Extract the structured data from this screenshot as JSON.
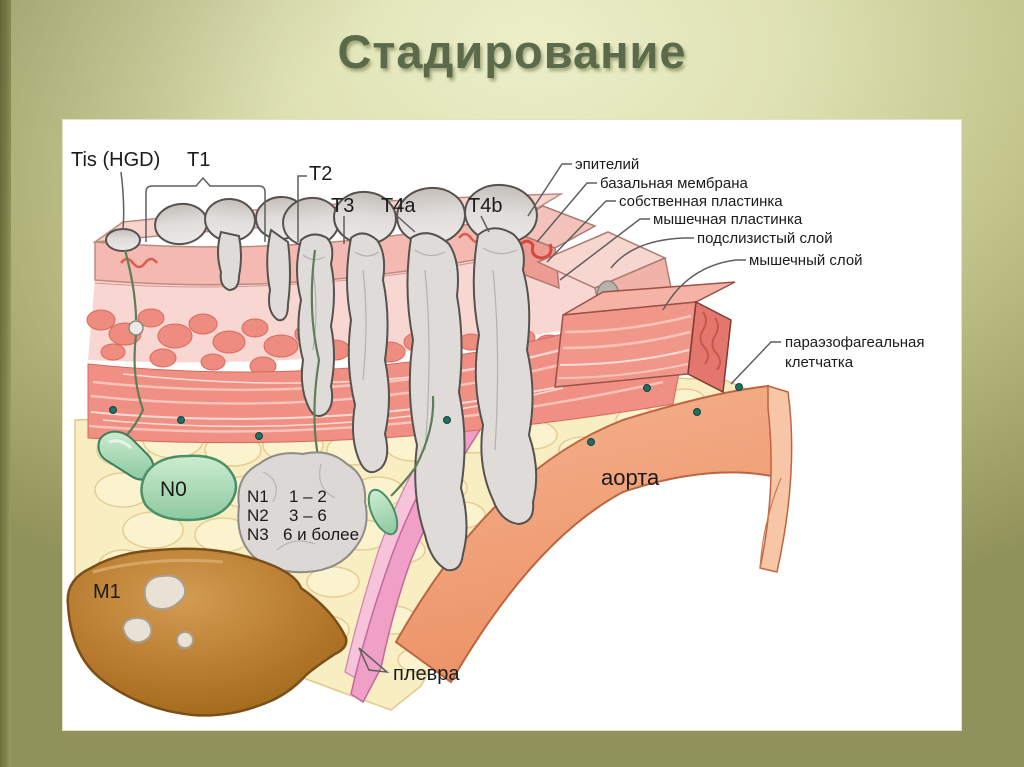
{
  "slide": {
    "title": "Стадирование"
  },
  "colors": {
    "background": "#a8aa70",
    "title_text": "#5b6a4b",
    "panel": "#ffffff",
    "tumor_gray": "#dedbd8",
    "mucosa_pink": "#f4b9b0",
    "muscle_salmon": "#f09084",
    "fat_yellow": "#f9edc2",
    "aorta_salmon": "#f1a37f",
    "pleura_pink": "#f0a0c6",
    "lymph_green": "#9fd0ac",
    "liver_brown": "#b5782d"
  },
  "diagram": {
    "t_stages": {
      "tis": "Tis (HGD)",
      "t1": "T1",
      "t2": "T2",
      "t3": "T3",
      "t4a": "T4a",
      "t4b": "T4b"
    },
    "wall_layers": {
      "epithelium": "эпителий",
      "basal_membrane": "базальная мембрана",
      "lamina_propria": "собственная пластинка",
      "muscular_plate": "мышечная пластинка",
      "submucosal_layer": "подслизистый слой",
      "muscle_layer": "мышечный слой"
    },
    "paraesophageal": {
      "line1": "параэзофагеальная",
      "line2": "клетчатка"
    },
    "aorta_label": "аорта",
    "pleura_label": "плевра",
    "n_stages": {
      "n0": "N0",
      "n1": "N1",
      "n1_range": "1 – 2",
      "n2": "N2",
      "n2_range": "3 – 6",
      "n3": "N3",
      "n3_range": "6 и более"
    },
    "m_stage": "M1"
  }
}
